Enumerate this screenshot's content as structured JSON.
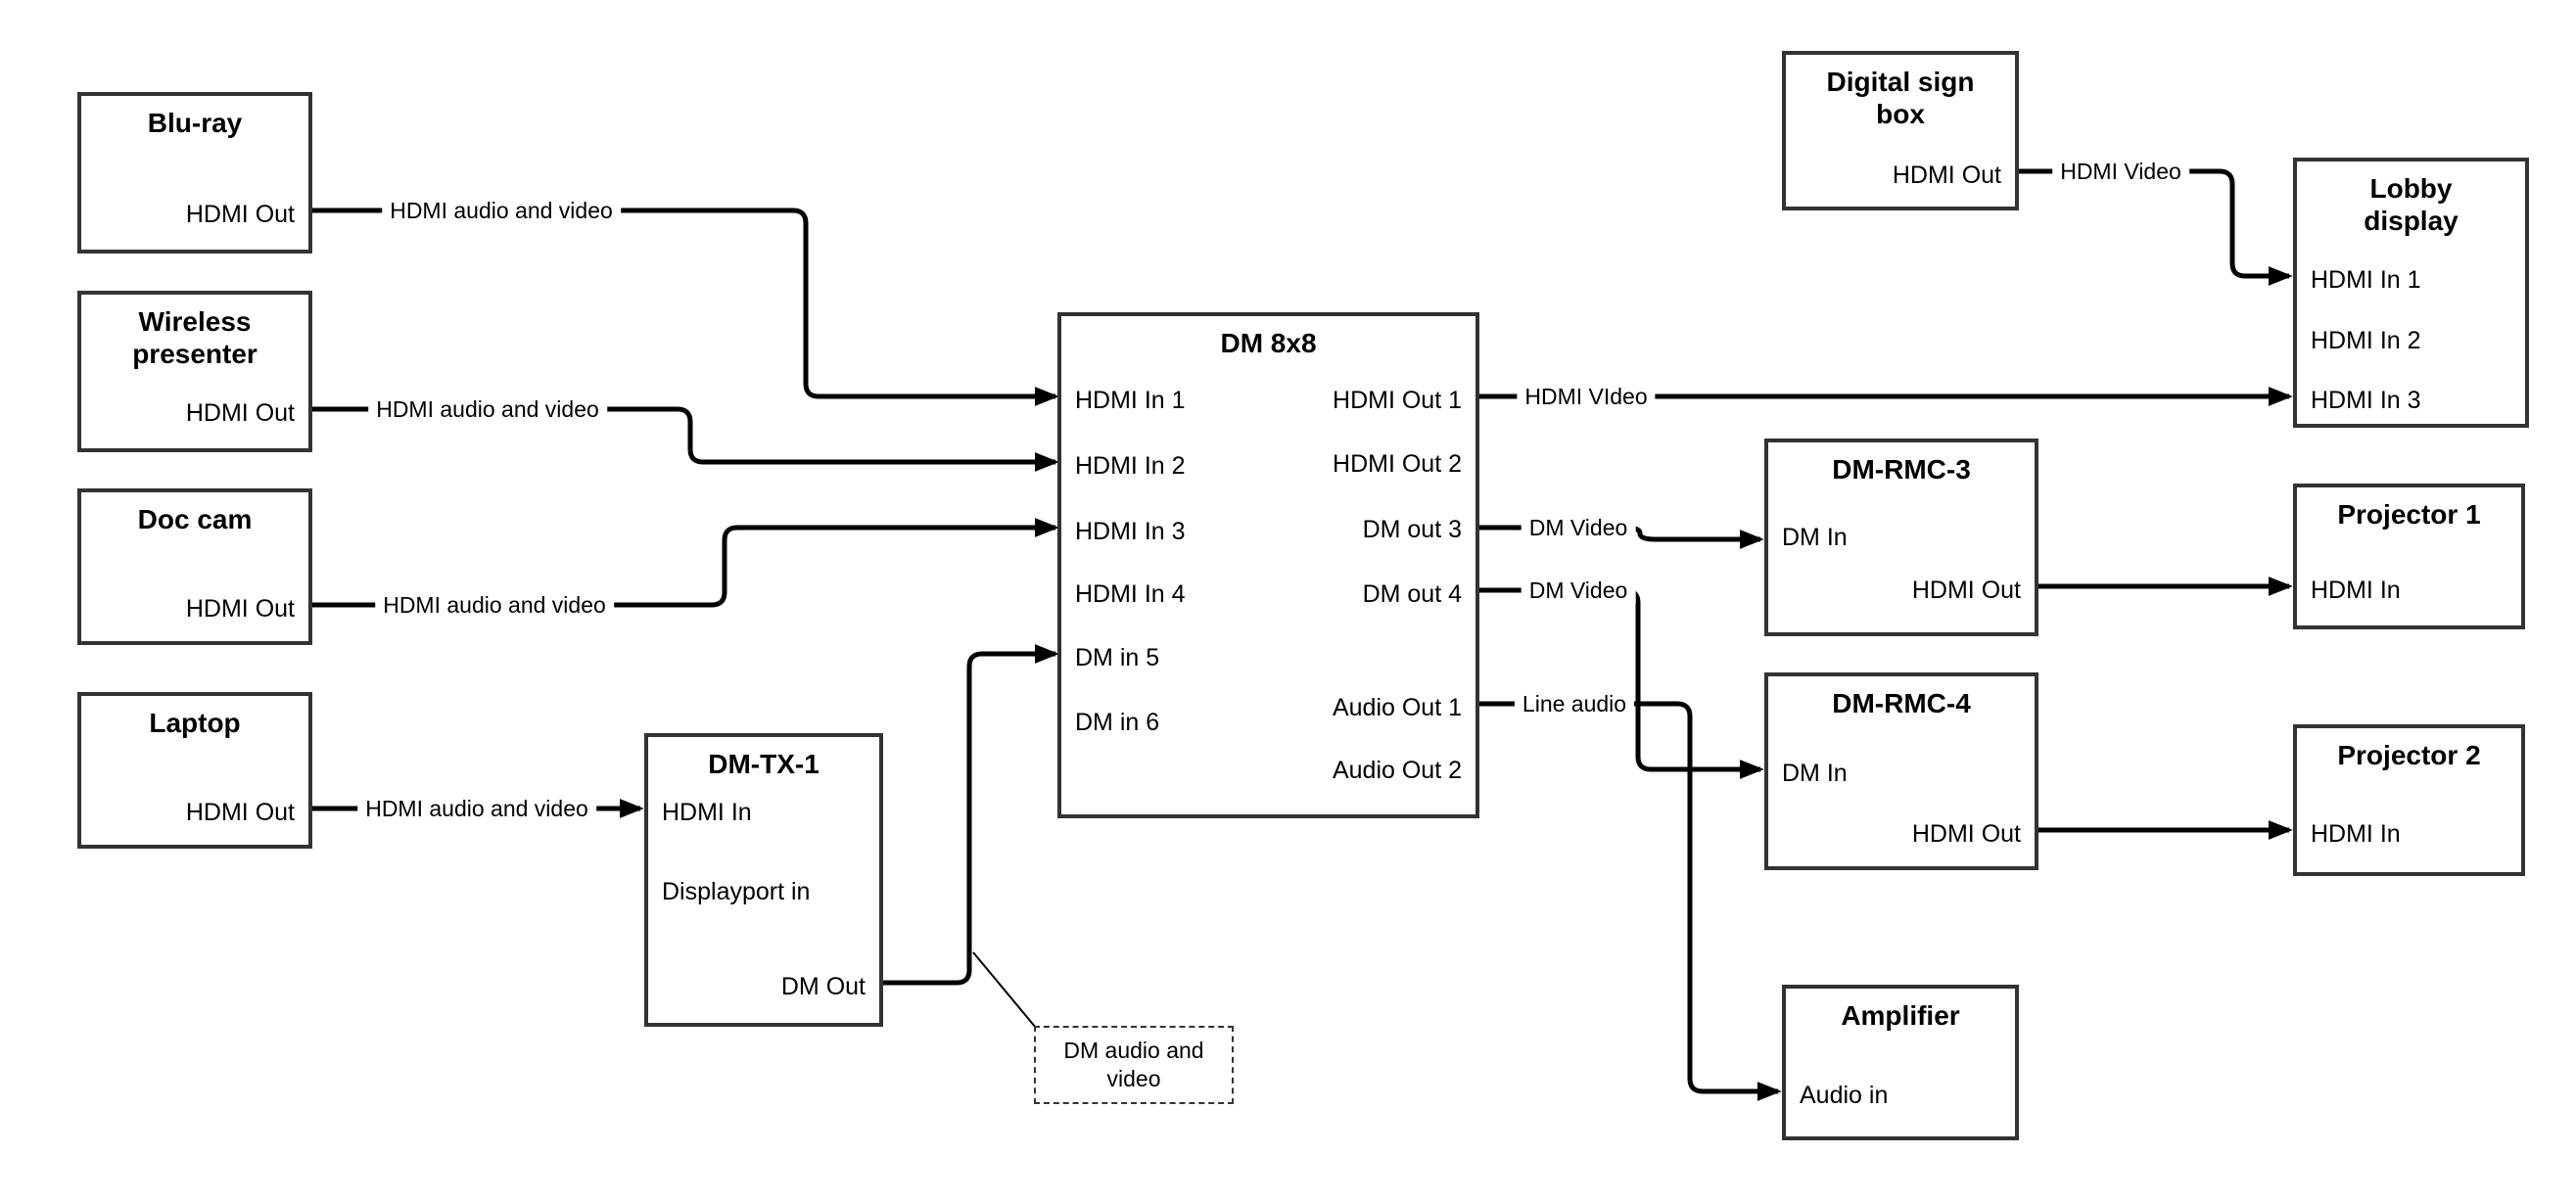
{
  "diagram": {
    "colors": {
      "wire": "#000000",
      "box_border": "#333333",
      "background": "#ffffff"
    },
    "nodes": {
      "bluray": {
        "title": "Blu-ray",
        "ports": {
          "out": "HDMI Out"
        }
      },
      "wireless": {
        "title": "Wireless\npresenter",
        "ports": {
          "out": "HDMI Out"
        }
      },
      "doccam": {
        "title": "Doc cam",
        "ports": {
          "out": "HDMI Out"
        }
      },
      "laptop": {
        "title": "Laptop",
        "ports": {
          "out": "HDMI Out"
        }
      },
      "dmtx1": {
        "title": "DM-TX-1",
        "ports": {
          "hdmi_in": "HDMI In",
          "dp_in": "Displayport in",
          "dm_out": "DM Out"
        }
      },
      "dm8x8": {
        "title": "DM 8x8",
        "ports": {
          "in1": "HDMI In 1",
          "in2": "HDMI In 2",
          "in3": "HDMI In 3",
          "in4": "HDMI In 4",
          "in5": "DM in 5",
          "in6": "DM in 6",
          "out1": "HDMI Out 1",
          "out2": "HDMI Out 2",
          "out3": "DM out 3",
          "out4": "DM out 4",
          "aout1": "Audio Out 1",
          "aout2": "Audio Out 2"
        }
      },
      "digitalsign": {
        "title": "Digital sign\nbox",
        "ports": {
          "out": "HDMI Out"
        }
      },
      "lobby": {
        "title": "Lobby\ndisplay",
        "ports": {
          "in1": "HDMI In 1",
          "in2": "HDMI In 2",
          "in3": "HDMI In 3"
        }
      },
      "dmrmc3": {
        "title": "DM-RMC-3",
        "ports": {
          "dm_in": "DM In",
          "hdmi_out": "HDMI Out"
        }
      },
      "proj1": {
        "title": "Projector 1",
        "ports": {
          "in": "HDMI In"
        }
      },
      "dmrmc4": {
        "title": "DM-RMC-4",
        "ports": {
          "dm_in": "DM In",
          "hdmi_out": "HDMI Out"
        }
      },
      "proj2": {
        "title": "Projector 2",
        "ports": {
          "in": "HDMI In"
        }
      },
      "amplifier": {
        "title": "Amplifier",
        "ports": {
          "audio_in": "Audio in"
        }
      }
    },
    "edge_labels": {
      "bluray_dm8x8": "HDMI audio and video",
      "wireless_dm8x8": "HDMI audio and video",
      "doccam_dm8x8": "HDMI audio and video",
      "laptop_dmtx1": "HDMI audio and video",
      "dm8x8_lobby": "HDMI VIdeo",
      "dm8x8_dmrmc3": "DM Video",
      "dm8x8_dmrmc4": "DM Video",
      "dm8x8_amplifier": "Line audio",
      "digitalsign_lobby": "HDMI Video",
      "dmtx1_dm8x8_note": "DM audio and\nvideo"
    }
  }
}
